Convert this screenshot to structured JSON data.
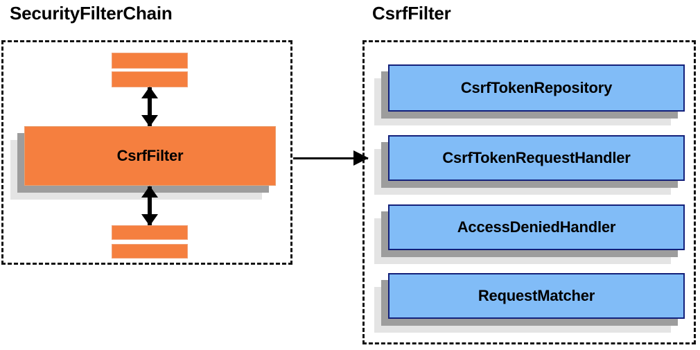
{
  "diagram": {
    "title_left": "SecurityFilterChain",
    "title_right": "CsrfFilter",
    "colors": {
      "orange_fill": "#f57f3f",
      "orange_border": "#e8a070",
      "blue_fill": "#81bcf7",
      "blue_border": "#13207a",
      "shadow_near": "#9d9d9d",
      "shadow_far": "#e4e4e4",
      "dashed_border": "#111111",
      "arrow": "#000000",
      "background": "#ffffff"
    }
  },
  "left_panel": {
    "title": "SecurityFilterChain",
    "filter_node": {
      "label": "CsrfFilter",
      "style": "orange"
    },
    "bars_above": [
      "",
      ""
    ],
    "bars_below": [
      "",
      ""
    ],
    "arrows": [
      {
        "name": "arrow-above-csrffilter",
        "type": "double-vertical"
      },
      {
        "name": "arrow-below-csrffilter",
        "type": "double-vertical"
      }
    ]
  },
  "connector": {
    "name": "csrffilter-expansion-arrow",
    "type": "single-horizontal-right"
  },
  "right_panel": {
    "title": "CsrfFilter",
    "collaborators": [
      {
        "label": "CsrfTokenRepository",
        "style": "blue"
      },
      {
        "label": "CsrfTokenRequestHandler",
        "style": "blue"
      },
      {
        "label": "AccessDeniedHandler",
        "style": "blue"
      },
      {
        "label": "RequestMatcher",
        "style": "blue"
      }
    ]
  }
}
